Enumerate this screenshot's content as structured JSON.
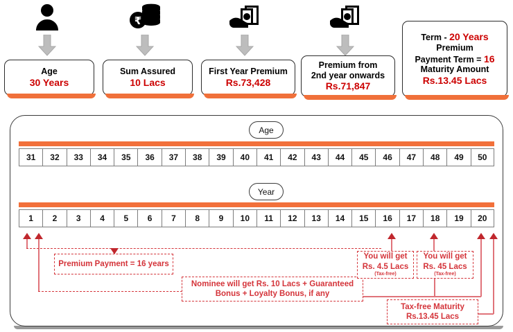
{
  "top_cards": [
    {
      "icon": "person-icon",
      "arrow": "arrow-down-icon",
      "label": "Age",
      "value": "30 Years"
    },
    {
      "icon": "rupee-coins-icon",
      "arrow": "arrow-down-icon",
      "label": "Sum Assured",
      "value": "10 Lacs"
    },
    {
      "icon": "hand-cash-icon",
      "arrow": "arrow-down-icon",
      "label": "First Year Premium",
      "value": "Rs.73,428"
    },
    {
      "icon": "hand-cash-icon",
      "arrow": "arrow-down-icon",
      "label_line1": "Premium from",
      "label_line2": "2nd year onwards",
      "value": "Rs.71,847"
    }
  ],
  "summary_card": {
    "term_label": "Term  - ",
    "term_value": "20 Years",
    "premium_word": "Premium",
    "payment_term_label": "Payment Term = ",
    "payment_term_value": "16",
    "maturity_label": "Maturity Amount",
    "maturity_value": "Rs.13.45 Lacs"
  },
  "timeline": {
    "age_pill": "Age",
    "year_pill": "Year",
    "age_values": [
      "31",
      "32",
      "33",
      "34",
      "35",
      "36",
      "37",
      "38",
      "39",
      "40",
      "41",
      "42",
      "43",
      "44",
      "45",
      "46",
      "47",
      "48",
      "49",
      "50"
    ],
    "year_values": [
      "1",
      "2",
      "3",
      "4",
      "5",
      "6",
      "7",
      "8",
      "9",
      "10",
      "11",
      "12",
      "13",
      "14",
      "15",
      "16",
      "17",
      "18",
      "19",
      "20"
    ]
  },
  "callouts": {
    "premium_payment": {
      "line1": "Premium Payment = 16 years"
    },
    "nominee": {
      "line1": "Nominee will get Rs. 10 Lacs + Guaranteed",
      "line2": "Bonus + Loyalty Bonus, if any"
    },
    "payout_16": {
      "line1": "You will get",
      "line2": "Rs. 4.5 Lacs",
      "note": "(Tax-free)"
    },
    "payout_18": {
      "line1": "You will get",
      "line2": "Rs. 45 Lacs",
      "note": "(Tax-free)"
    },
    "maturity": {
      "line1": "Tax-free Maturity",
      "line2": "Rs.13.45 Lacs"
    }
  },
  "colors": {
    "accent_orange": "#f2703a",
    "accent_red": "#cc0000",
    "callout_red": "#d4343a",
    "connector_pink": "#e0737a",
    "arrow_gray": "#b3b3b3"
  }
}
